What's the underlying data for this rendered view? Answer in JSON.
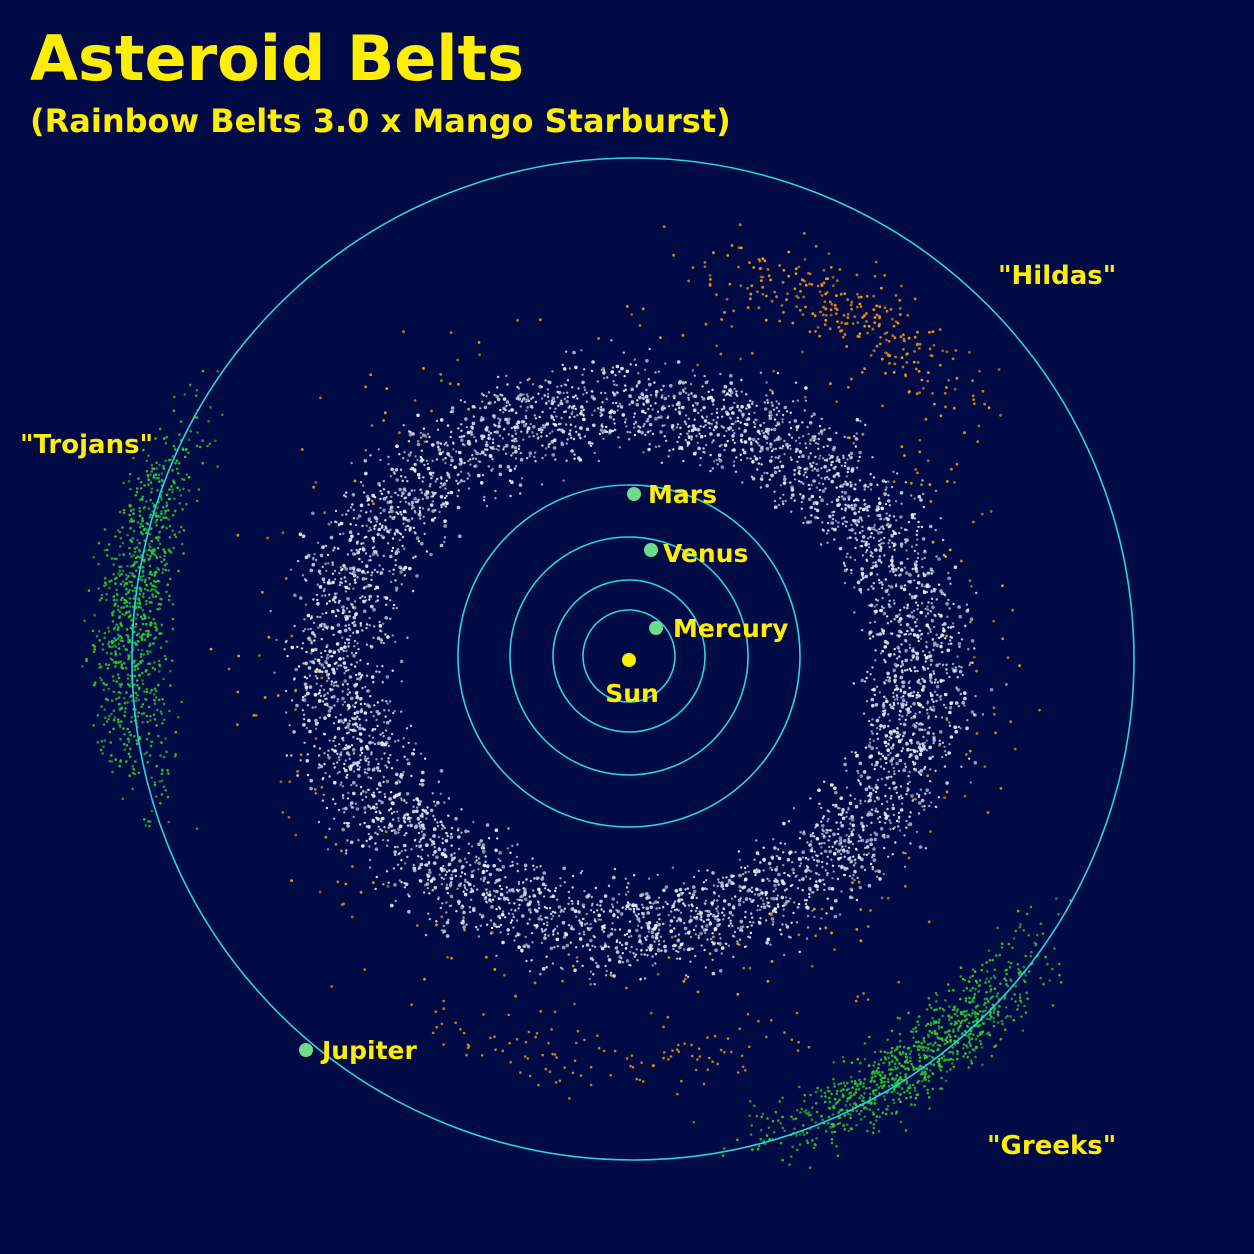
{
  "title": "Asteroid Belts",
  "subtitle": "(Rainbow Belts 3.0 x Mango Starburst)",
  "regions": {
    "hildas": "\"Hildas\"",
    "trojans": "\"Trojans\"",
    "greeks": "\"Greeks\""
  },
  "bodies": {
    "sun": "Sun",
    "mercury": "Mercury",
    "venus": "Venus",
    "mars": "Mars",
    "jupiter": "Jupiter"
  },
  "colors": {
    "background": "#000a45",
    "orbit": "#2ad4dc",
    "text": "#ffee00",
    "planet": "#6fdc8c",
    "sun": "#ffee00",
    "main_belt": "#e8ecff",
    "hildas": "#ff9a10",
    "trojans_greeks": "#2ecc2e"
  }
}
